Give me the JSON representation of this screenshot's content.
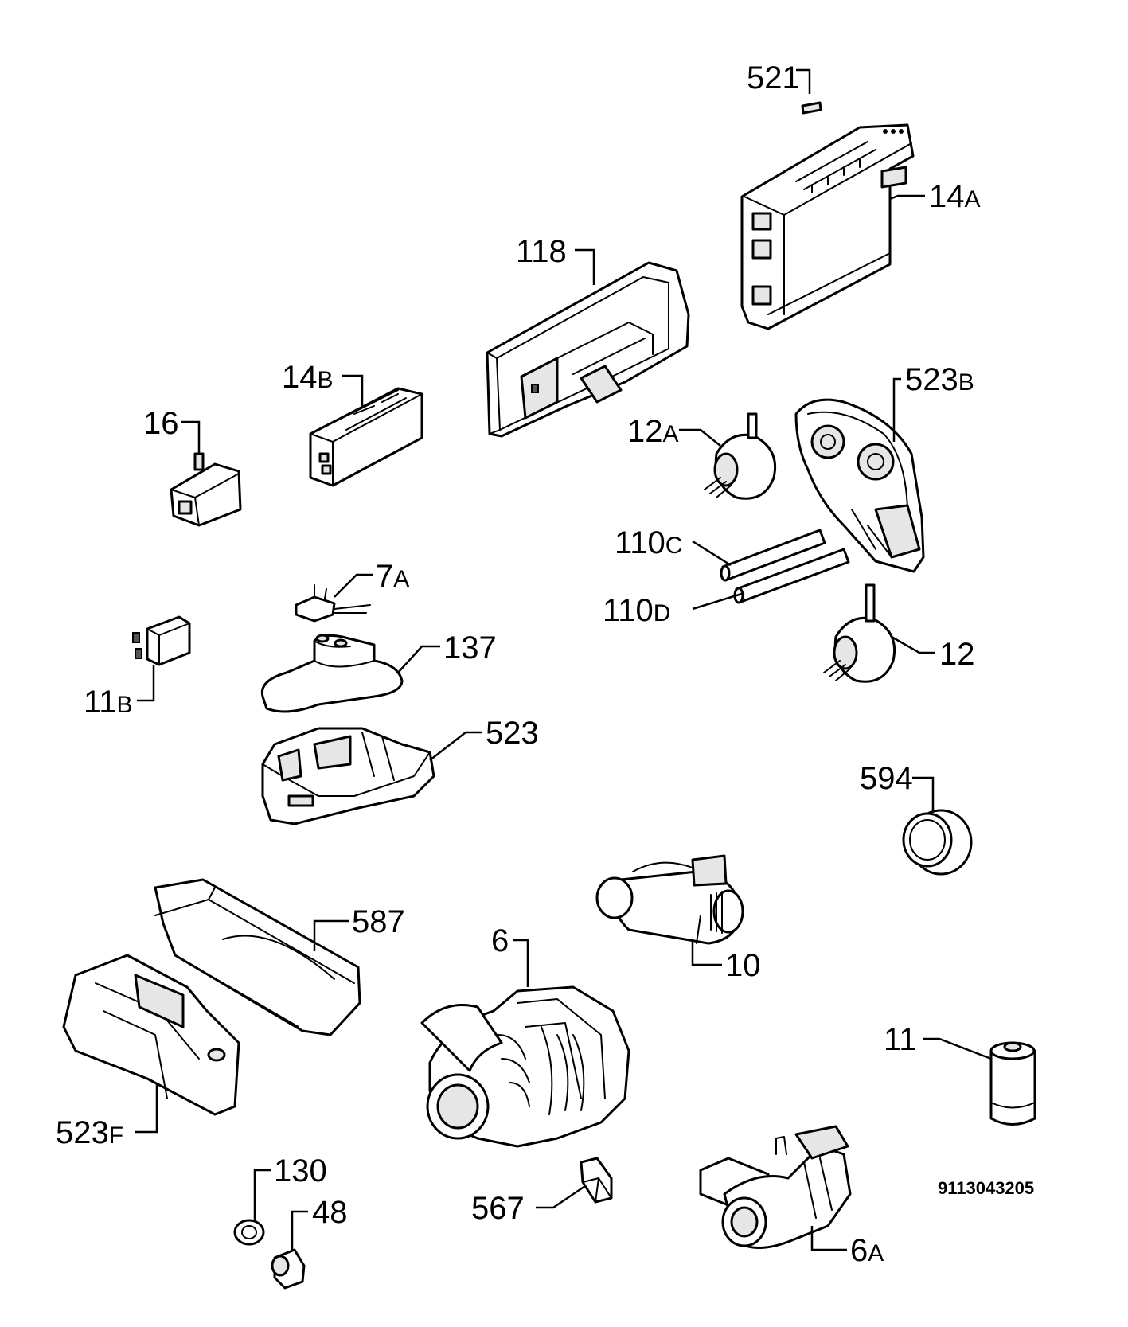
{
  "diagram": {
    "code": "9113043205",
    "callouts": {
      "c521": {
        "num": "521",
        "suffix": ""
      },
      "c14A": {
        "num": "14",
        "suffix": "A"
      },
      "c118": {
        "num": "118",
        "suffix": ""
      },
      "c523B": {
        "num": "523",
        "suffix": "B"
      },
      "c14B": {
        "num": "14",
        "suffix": "B"
      },
      "c16": {
        "num": "16",
        "suffix": ""
      },
      "c12A": {
        "num": "12",
        "suffix": "A"
      },
      "c110C": {
        "num": "110",
        "suffix": "C"
      },
      "c110D": {
        "num": "110",
        "suffix": "D"
      },
      "c12": {
        "num": "12",
        "suffix": ""
      },
      "c7A": {
        "num": "7",
        "suffix": "A"
      },
      "c137": {
        "num": "137",
        "suffix": ""
      },
      "c11B": {
        "num": "11",
        "suffix": "B"
      },
      "c523": {
        "num": "523",
        "suffix": ""
      },
      "c594": {
        "num": "594",
        "suffix": ""
      },
      "c587": {
        "num": "587",
        "suffix": ""
      },
      "c6": {
        "num": "6",
        "suffix": ""
      },
      "c10": {
        "num": "10",
        "suffix": ""
      },
      "c11": {
        "num": "11",
        "suffix": ""
      },
      "c523F": {
        "num": "523",
        "suffix": "F"
      },
      "c130": {
        "num": "130",
        "suffix": ""
      },
      "c48": {
        "num": "48",
        "suffix": ""
      },
      "c567": {
        "num": "567",
        "suffix": ""
      },
      "c6A": {
        "num": "6",
        "suffix": "A"
      }
    }
  }
}
